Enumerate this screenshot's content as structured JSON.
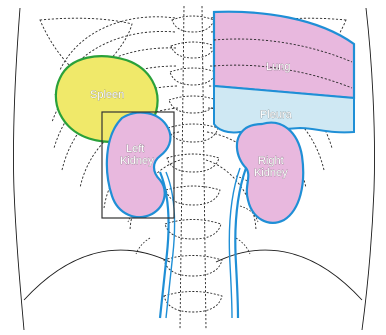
{
  "labels": {
    "spleen": "Spleen",
    "lung": "Lung",
    "pleura": "Pleura",
    "left_kidney_line1": "Left",
    "left_kidney_line2": "Kidney",
    "right_kidney_line1": "Right",
    "right_kidney_line2": "Kidney"
  },
  "colors": {
    "spleen_fill": "#f0e96a",
    "spleen_outline": "#2aa13a",
    "organ_fill": "#e8b8de",
    "pleura_fill": "#cfe8f3",
    "outline_blue": "#1f8fd6",
    "line_dark": "#2a2a2a"
  }
}
